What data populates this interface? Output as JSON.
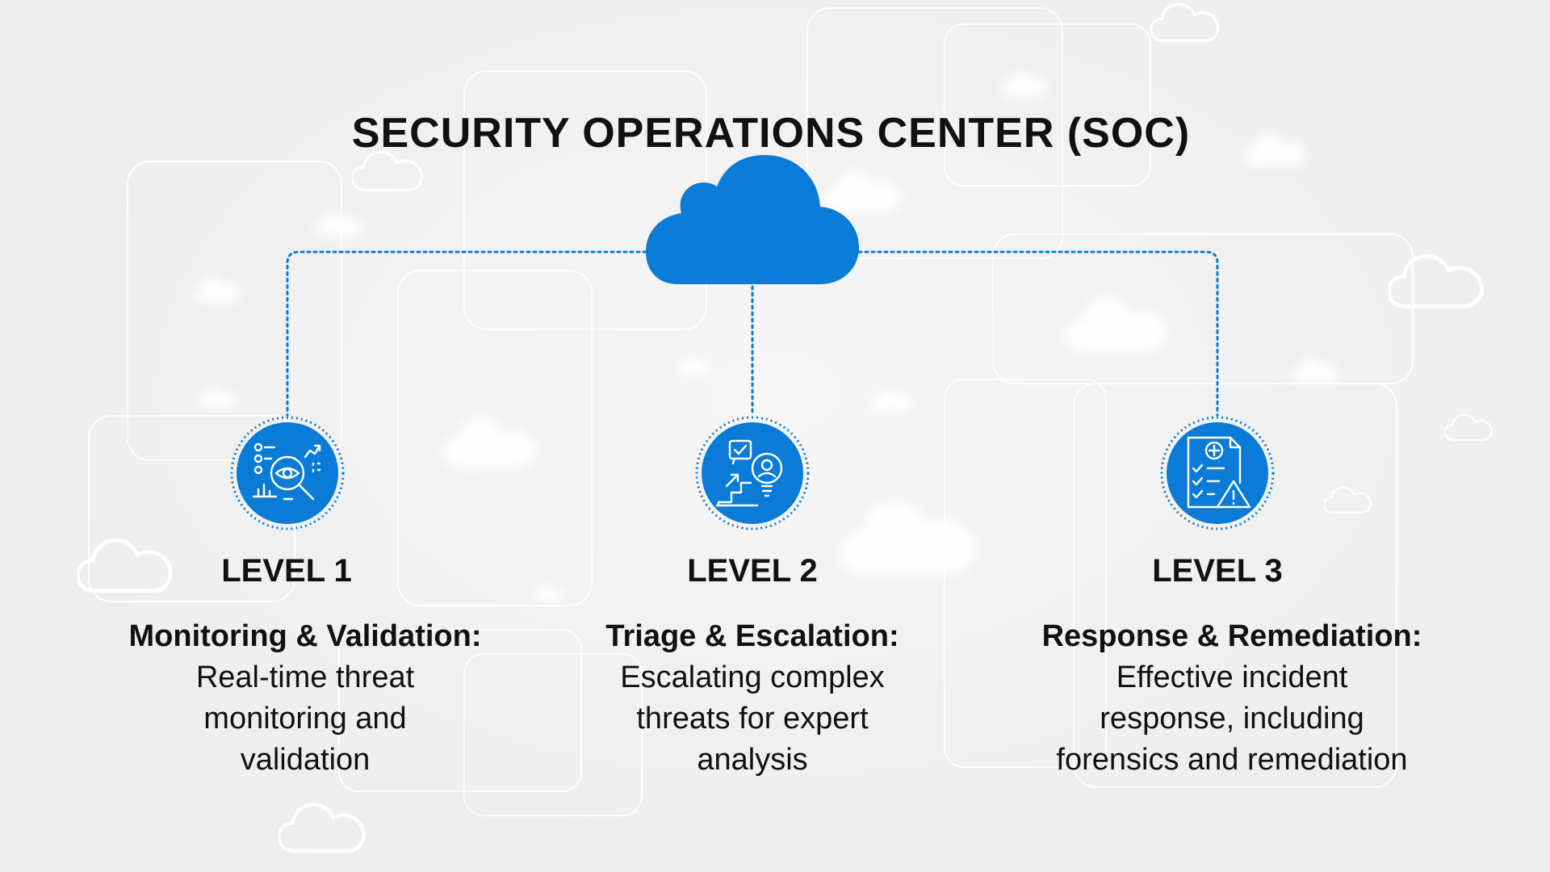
{
  "title": "SECURITY OPERATIONS CENTER (SOC)",
  "colors": {
    "accent": "#0a7bd6",
    "text": "#111111",
    "background": "#f0f0f0"
  },
  "hub": {
    "icon": "cloud-icon"
  },
  "levels": [
    {
      "title": "LEVEL 1",
      "heading": "Monitoring & Validation:",
      "body": "Real-time threat\nmonitoring and\nvalidation",
      "icon": "monitoring-analytics-icon"
    },
    {
      "title": "LEVEL 2",
      "heading": "Triage & Escalation:",
      "body": "Escalating complex\nthreats for expert\nanalysis",
      "icon": "escalation-expert-icon"
    },
    {
      "title": "LEVEL 3",
      "heading": "Response & Remediation:",
      "body": "Effective incident\nresponse, including\nforensics and remediation",
      "icon": "incident-report-icon"
    }
  ]
}
